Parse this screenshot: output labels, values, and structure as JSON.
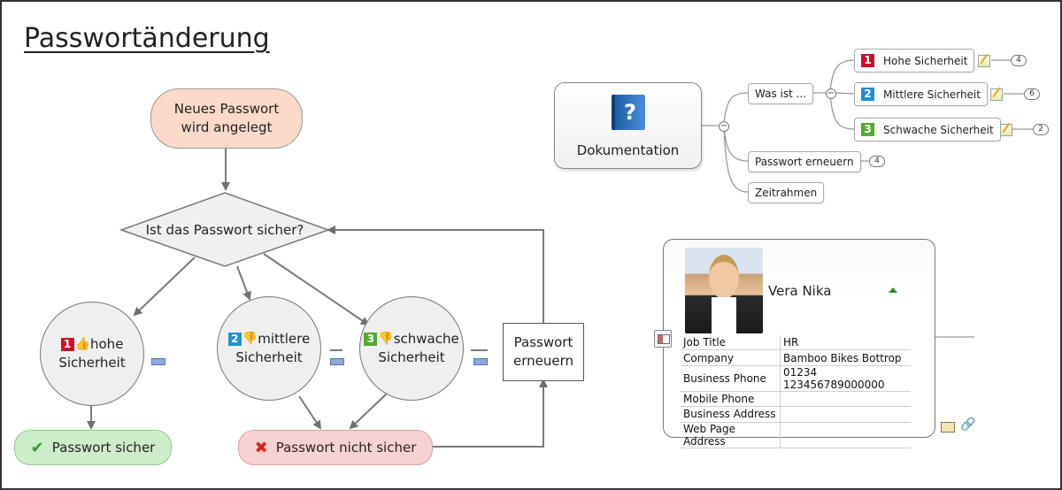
{
  "page": {
    "title": "Passwortänderung"
  },
  "flowchart": {
    "start": {
      "line1": "Neues Passwort",
      "line2": "wird angelegt"
    },
    "decision": "Ist das Passwort sicher?",
    "branches": [
      {
        "badge": "1",
        "badge_color": "#c8102e",
        "thumb_icon": "thumbs-up-icon",
        "line1": "hohe",
        "line2": "Sicherheit"
      },
      {
        "badge": "2",
        "badge_color": "#1f8fd6",
        "thumb_icon": "thumbs-down-icon",
        "line1": "mittlere",
        "line2": "Sicherheit"
      },
      {
        "badge": "3",
        "badge_color": "#56a832",
        "thumb_icon": "thumbs-down-icon",
        "line1": "schwache",
        "line2": "Sicherheit"
      }
    ],
    "renew": {
      "line1": "Passwort",
      "line2": "erneuern"
    },
    "result_ok": {
      "label": "Passwort sicher",
      "color": "#2e9e2e"
    },
    "result_bad": {
      "label": "Passwort nicht sicher",
      "color": "#d9261c"
    }
  },
  "mindmap": {
    "central": "Dokumentation",
    "central_icon": "help-book-icon",
    "topics": [
      {
        "label": "Was ist ..."
      },
      {
        "label": "Passwort erneuern",
        "count": "4"
      },
      {
        "label": "Zeitrahmen"
      }
    ],
    "subtopics": [
      {
        "badge": "1",
        "badge_color": "#c8102e",
        "label": "Hohe Sicherheit",
        "count": "4"
      },
      {
        "badge": "2",
        "badge_color": "#1f8fd6",
        "label": "Mittlere Sicherheit",
        "count": "6"
      },
      {
        "badge": "3",
        "badge_color": "#56a832",
        "label": "Schwache Sicherheit",
        "count": "2"
      }
    ],
    "collapse_symbol": "−"
  },
  "contact_card": {
    "name": "Vera Nika",
    "fields": [
      {
        "label": "Job Title",
        "value": "HR"
      },
      {
        "label": "Company",
        "value": "Bamboo Bikes Bottrop"
      },
      {
        "label": "Business Phone",
        "value": "01234 123456789000000"
      },
      {
        "label": "Mobile Phone",
        "value": ""
      },
      {
        "label": "Business Address",
        "value": ""
      },
      {
        "label": "Web Page Address",
        "value": ""
      }
    ]
  }
}
